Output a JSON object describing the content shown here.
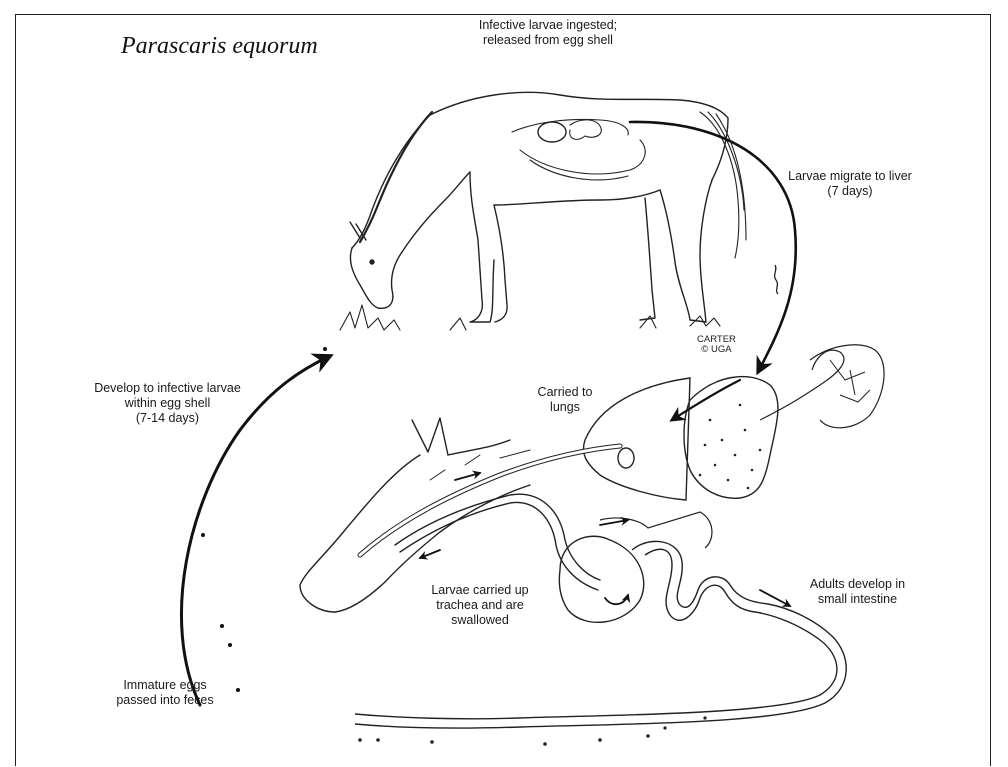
{
  "title": "Parascaris equorum",
  "labels": {
    "ingested": "Infective larvae ingested;\nreleased from egg shell",
    "liver": "Larvae migrate to liver\n(7 days)",
    "lungs": "Carried to\nlungs",
    "trachea": "Larvae carried up\ntrachea and are\nswallowed",
    "intestine": "Adults develop in\nsmall intestine",
    "feces": "Immature eggs\npassed into feces",
    "develop": "Develop to infective larvae\nwithin egg shell\n(7-14 days)"
  },
  "credit": {
    "artist": "CARTER",
    "org": "© UGA"
  },
  "colors": {
    "ink": "#1a1a1a",
    "background": "#ffffff"
  }
}
